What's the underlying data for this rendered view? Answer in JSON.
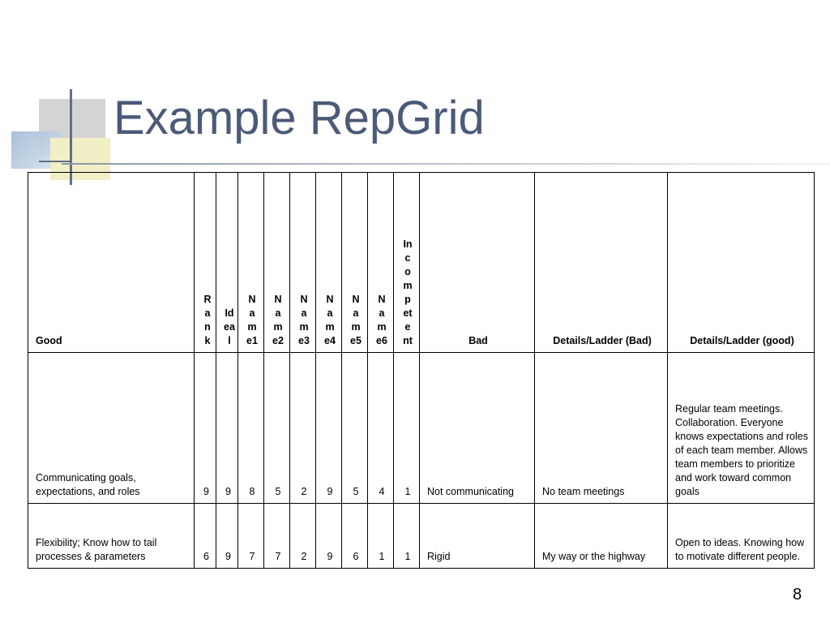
{
  "slide": {
    "title": "Example RepGrid",
    "page_number": "8"
  },
  "table": {
    "headers": {
      "good": "Good",
      "rank": "Rank",
      "ideal": "Ideal",
      "name1": "Name1",
      "name2": "Name2",
      "name3": "Name3",
      "name4": "Name4",
      "name5": "Name5",
      "name6": "Name6",
      "incompetent": "Incompetent",
      "bad": "Bad",
      "details_bad": "Details/Ladder (Bad)",
      "details_good": "Details/Ladder (good)"
    },
    "rows": [
      {
        "good": "Communicating goals, expectations, and roles",
        "rank": "9",
        "ideal": "9",
        "name1": "8",
        "name2": "5",
        "name3": "2",
        "name4": "9",
        "name5": "5",
        "name6": "4",
        "incompetent": "1",
        "bad": "Not communicating",
        "details_bad": "No team meetings",
        "details_good": "Regular team meetings. Collaboration.  Everyone knows expectations and roles of each team member.  Allows team members to prioritize and work toward common goals"
      },
      {
        "good": "Flexibility; Know how to tail processes & parameters",
        "rank": "6",
        "ideal": "9",
        "name1": "7",
        "name2": "7",
        "name3": "2",
        "name4": "9",
        "name5": "6",
        "name6": "1",
        "incompetent": "1",
        "bad": "Rigid",
        "details_bad": "My way or the highway",
        "details_good": "Open to ideas.  Knowing how to motivate different people."
      }
    ]
  },
  "colors": {
    "title": "#4b5a78",
    "border": "#000000"
  }
}
